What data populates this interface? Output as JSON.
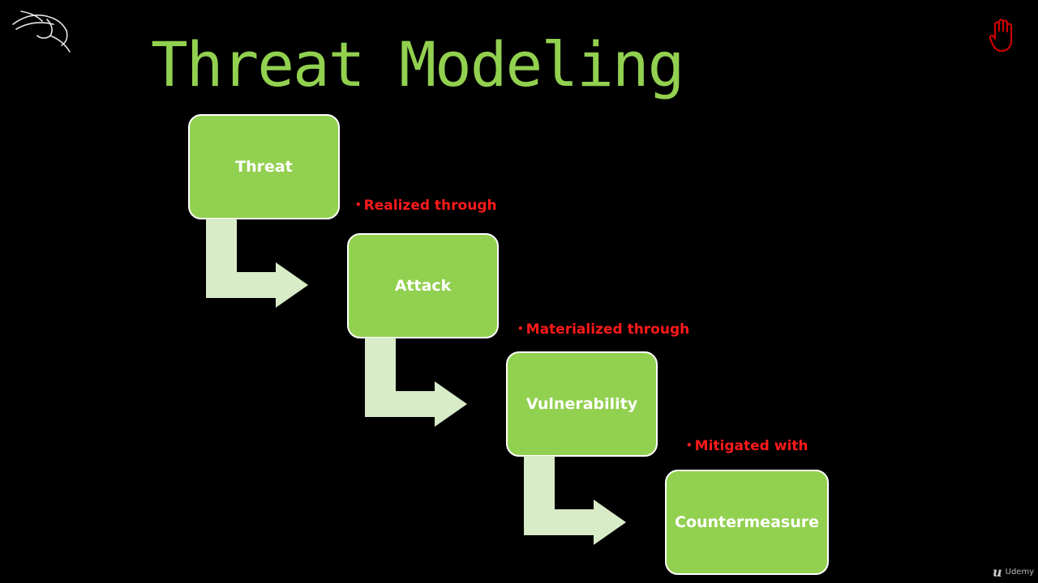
{
  "slide": {
    "title": "Threat Modeling",
    "watermark": "Udemy"
  },
  "colors": {
    "background": "#000000",
    "title": "#92d050",
    "box_fill": "#92d050",
    "box_border": "#ffffff",
    "arrow_fill": "#d8ecc8",
    "relation_text": "#ff1a1a",
    "hand_icon": "#cc0000"
  },
  "icons": {
    "top_left": "kali-dragon-logo",
    "top_right": "raised-hand-icon",
    "bottom_right": "udemy-logo"
  },
  "flow": {
    "steps": [
      {
        "label": "Threat"
      },
      {
        "label": "Attack"
      },
      {
        "label": "Vulnerability"
      },
      {
        "label": "Countermeasure"
      }
    ],
    "relations": [
      {
        "label": "Realized through"
      },
      {
        "label": "Materialized through"
      },
      {
        "label": "Mitigated with"
      }
    ],
    "bullet": "•"
  }
}
